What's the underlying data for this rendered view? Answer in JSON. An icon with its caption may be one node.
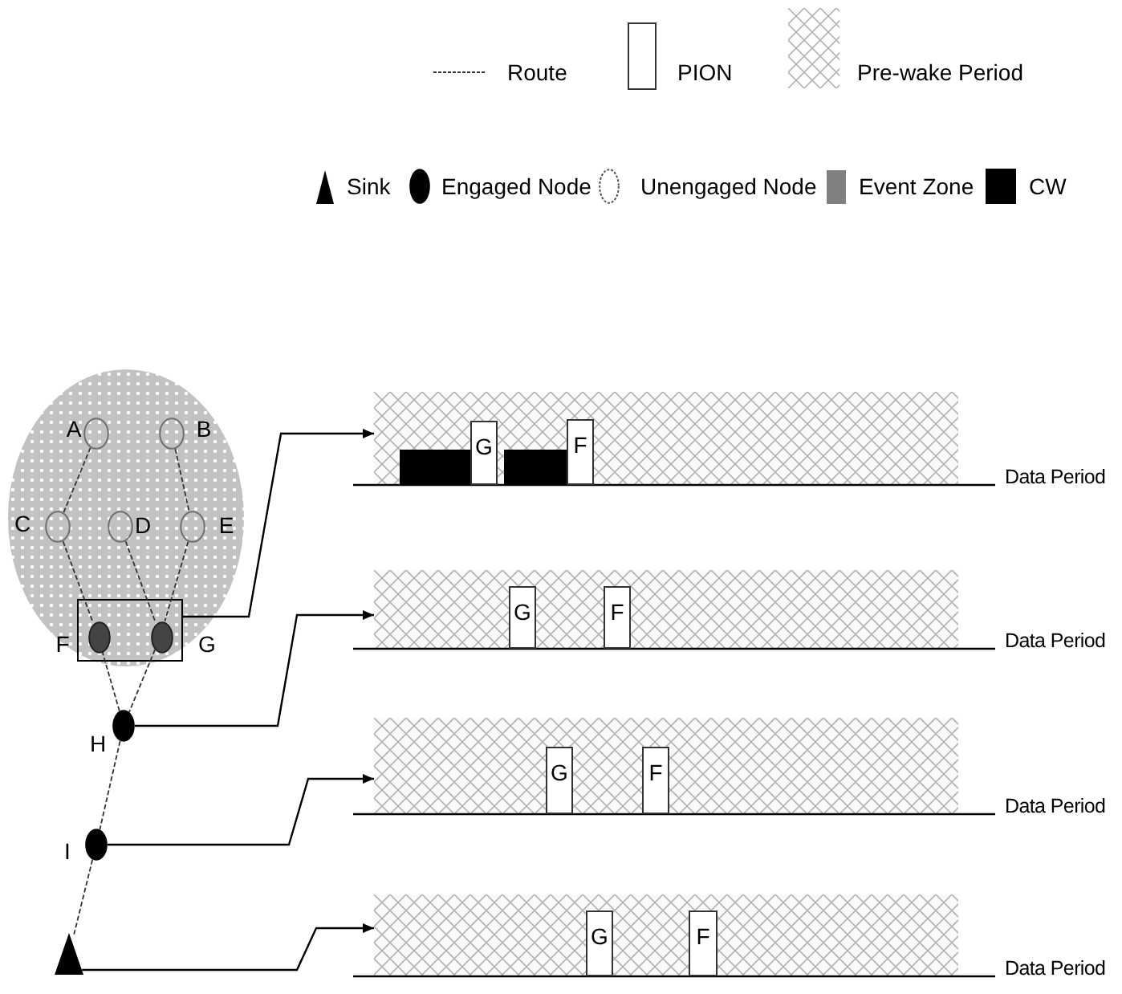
{
  "diagram": {
    "nodes": [
      {
        "text": [],
        "shape": "circle"
      },
      {
        "text": [
          "A"
        ],
        "in": 0
      },
      {
        "text": [
          "B"
        ],
        "in": 0
      },
      {
        "text": [
          "C"
        ],
        "in": 0
      },
      {
        "text": [
          "D"
        ],
        "in": 0
      },
      {
        "text": [
          "E"
        ],
        "in": 0
      },
      {
        "text": [],
        "shape": "box",
        "in": 0
      },
      {
        "text": [
          "F"
        ],
        "in": 6
      },
      {
        "text": [
          "G"
        ],
        "in": 6
      },
      {
        "text": [
          "H"
        ]
      },
      {
        "text": [
          "I"
        ]
      },
      {
        "text": [],
        "shape": "triangle"
      },
      {
        "text": [],
        "shape": "box",
        "beside": [
          "Data Period"
        ]
      },
      {
        "text": [],
        "shape": "bar",
        "in": 12
      },
      {
        "text": [
          "G"
        ],
        "in": 12
      },
      {
        "text": [],
        "shape": "bar",
        "in": 12
      },
      {
        "text": [
          "F"
        ],
        "in": 12
      },
      {
        "text": [],
        "shape": "box",
        "beside": [
          "Data Period"
        ]
      },
      {
        "text": [
          "G"
        ],
        "in": 17
      },
      {
        "text": [
          "F"
        ],
        "in": 17
      },
      {
        "text": [],
        "shape": "box",
        "beside": [
          "Data Period"
        ]
      },
      {
        "text": [
          "G"
        ],
        "in": 20
      },
      {
        "text": [
          "F"
        ],
        "in": 20
      },
      {
        "text": [],
        "shape": "box",
        "beside": [
          "Data Period"
        ]
      },
      {
        "text": [
          "G"
        ],
        "in": 23
      },
      {
        "text": [
          "F"
        ],
        "in": 23
      }
    ],
    "edges": [
      {
        "from": 1,
        "to": 3,
        "arrow": "none",
        "style": "dashed"
      },
      {
        "from": 2,
        "to": 5,
        "arrow": "none",
        "style": "dashed"
      },
      {
        "from": 3,
        "to": 7,
        "arrow": "none",
        "style": "dashed"
      },
      {
        "from": 4,
        "to": 8,
        "arrow": "none",
        "style": "dashed"
      },
      {
        "from": 5,
        "to": 8,
        "arrow": "none",
        "style": "dashed"
      },
      {
        "from": 7,
        "to": 9,
        "arrow": "none",
        "style": "dashed"
      },
      {
        "from": 8,
        "to": 9,
        "arrow": "none",
        "style": "dashed"
      },
      {
        "from": 9,
        "to": 10,
        "arrow": "none",
        "style": "dashed"
      },
      {
        "from": 10,
        "to": 11,
        "arrow": "none",
        "style": "dashed"
      },
      {
        "from": 6,
        "to": 12,
        "arrow": "to"
      },
      {
        "from": 9,
        "to": 17,
        "arrow": "to"
      },
      {
        "from": 10,
        "to": 20,
        "arrow": "to"
      },
      {
        "from": 11,
        "to": 23,
        "arrow": "to"
      }
    ],
    "legend": [
      {
        "text": "Route"
      },
      {
        "text": "PION"
      },
      {
        "text": "Pre-wake Period"
      },
      {
        "text": "Sink"
      },
      {
        "text": "Engaged Node"
      },
      {
        "text": "Unengaged Node"
      },
      {
        "text": "Event Zone",
        "color": "#808080"
      },
      {
        "text": "CW",
        "color": "#000000"
      }
    ]
  }
}
